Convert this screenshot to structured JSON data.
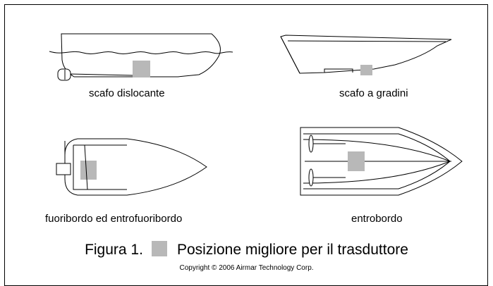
{
  "boats": {
    "displacement": "scafo dislocante",
    "stepped": "scafo a gradini",
    "outboard": "fuoribordo ed entrofuoribordo",
    "inboard": "entrobordo"
  },
  "caption": {
    "prefix": "Figura 1.",
    "text": "Posizione migliore per il trasduttore"
  },
  "copyright": "Copyright © 2006 Airmar Technology Corp.",
  "colors": {
    "marker": "#b8b8b8",
    "line": "#000000"
  }
}
